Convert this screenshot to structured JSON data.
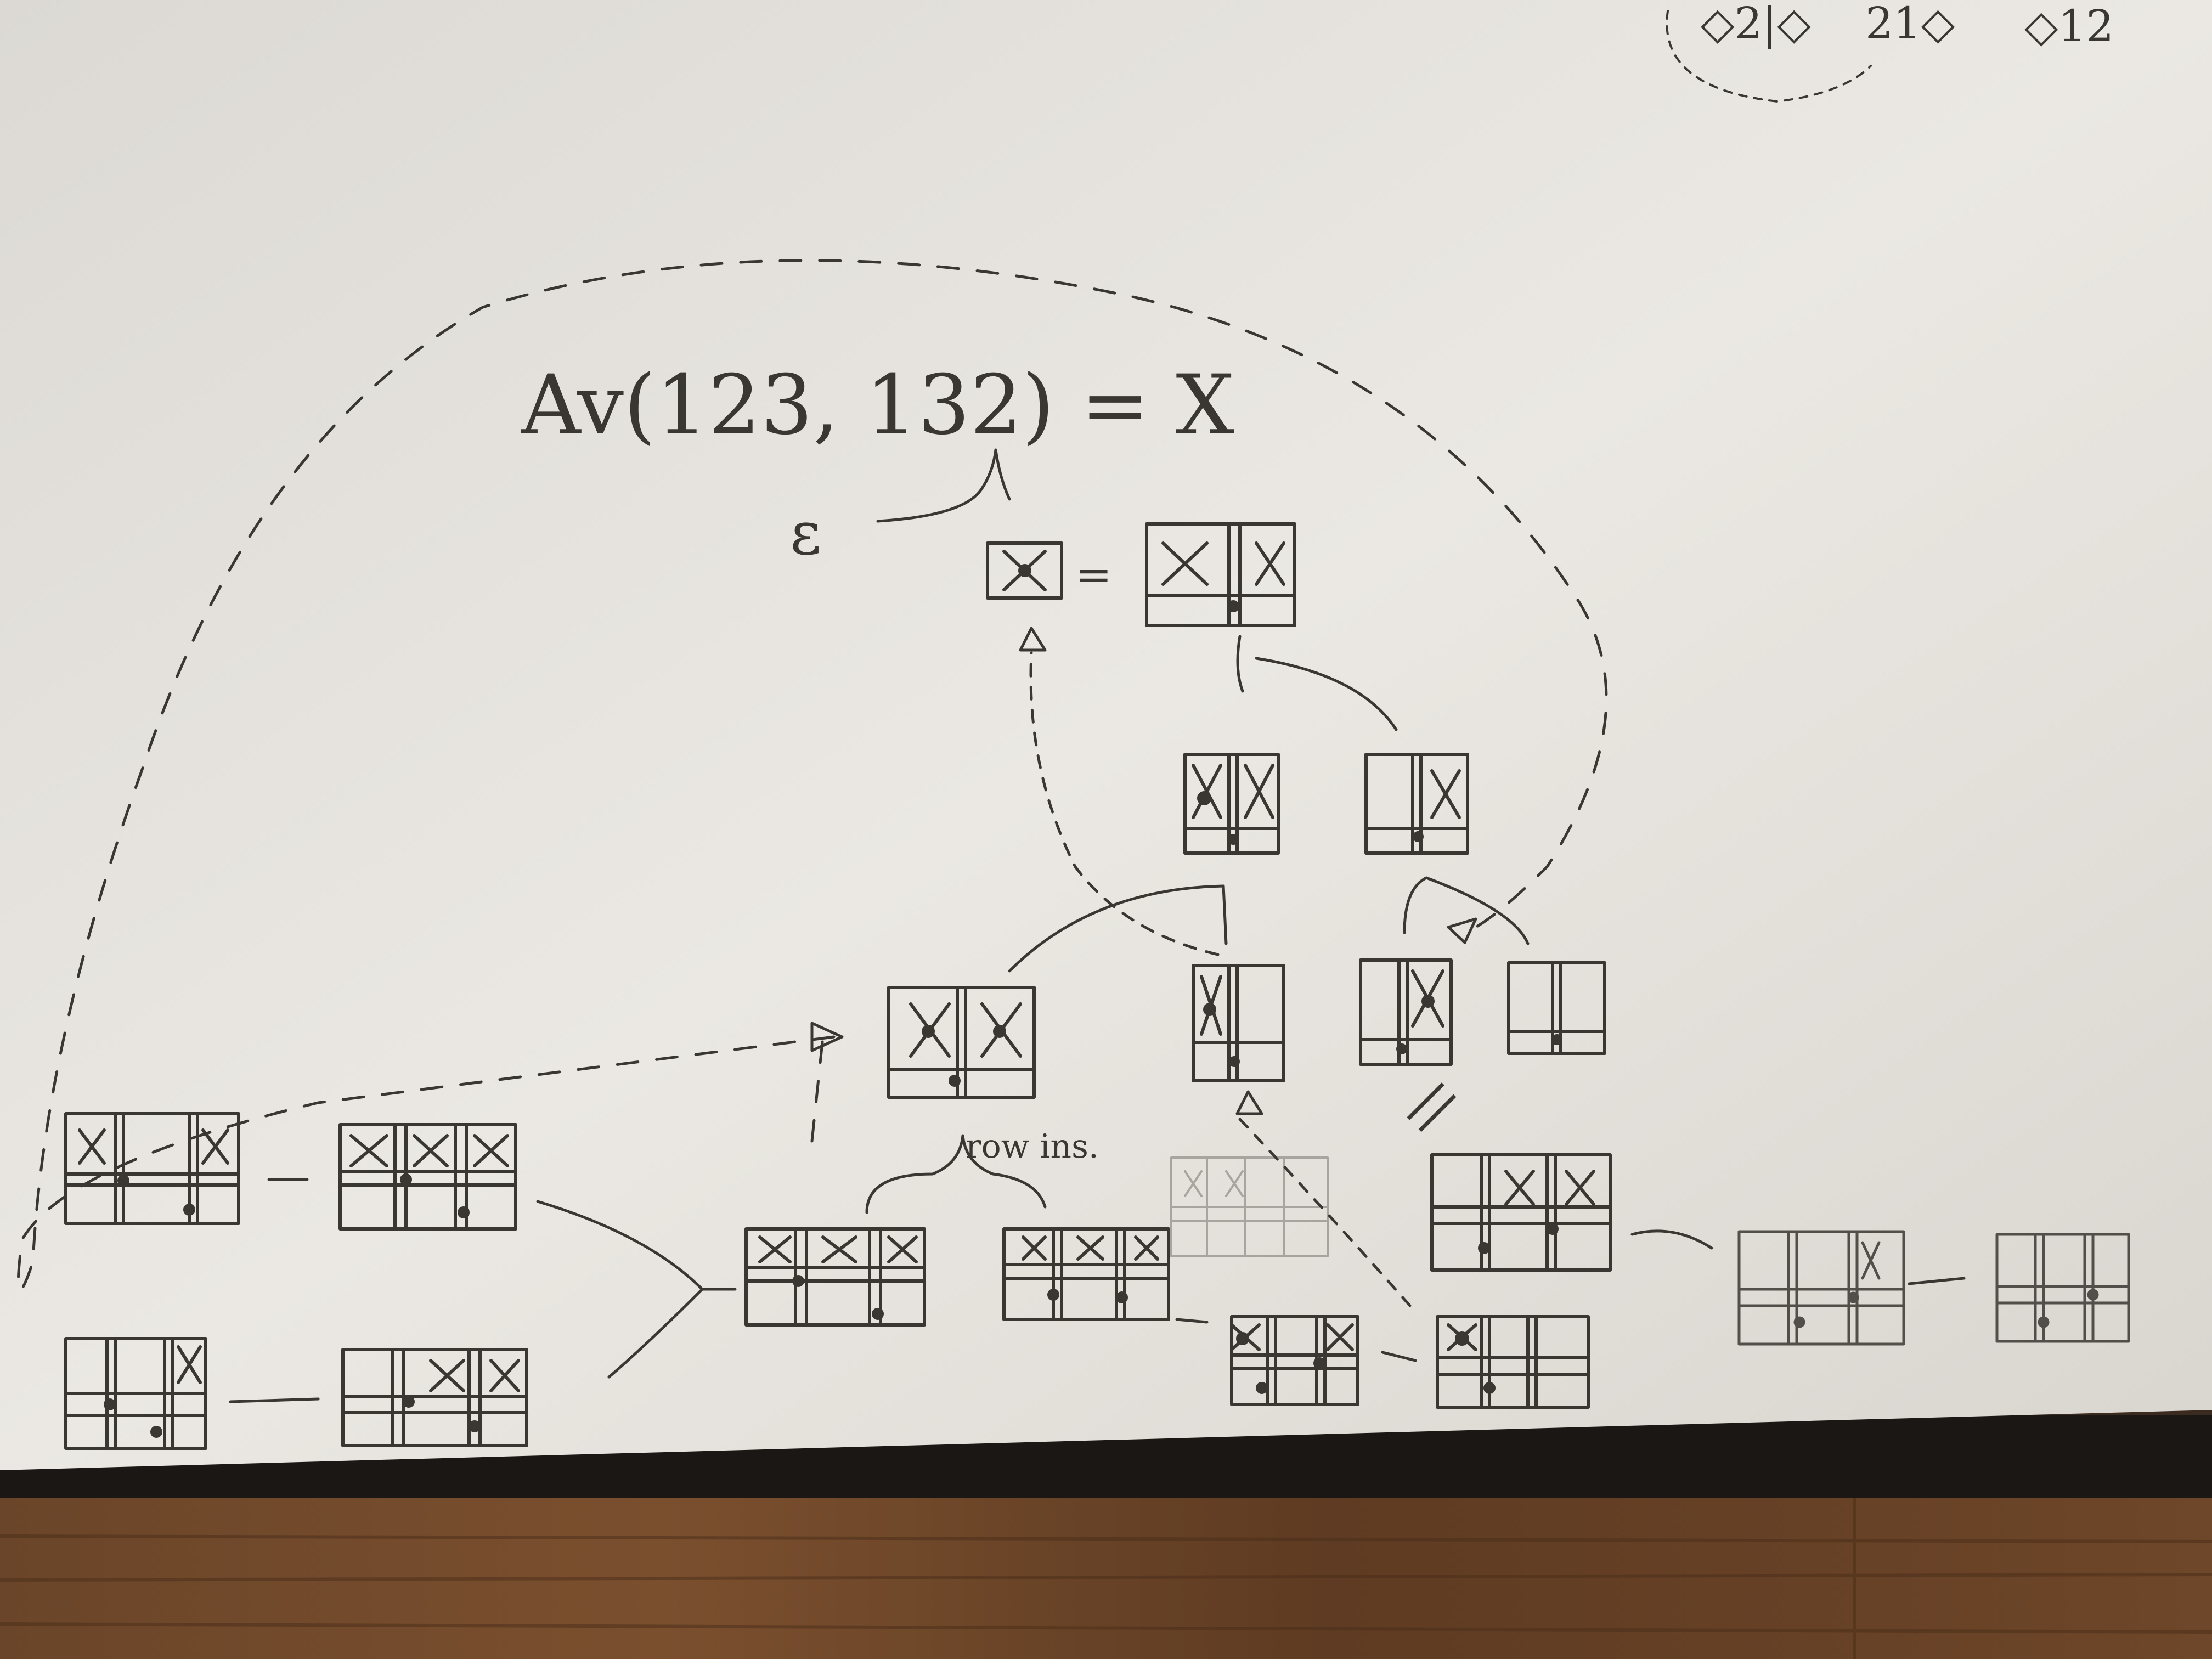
{
  "photo": {
    "subject": "pencil sketch on paper",
    "paper_color": "#e9e6e1",
    "ink_color": "#3a3733",
    "table_color": "#5a3a24"
  },
  "labels": {
    "title": "Av(123, 132) = X",
    "epsilon": "ε",
    "equals": "=",
    "row_ins": "row ins.",
    "parallel": "||",
    "corner_1": "◇2|◇",
    "corner_2": "21◇",
    "corner_3": "◇12"
  }
}
